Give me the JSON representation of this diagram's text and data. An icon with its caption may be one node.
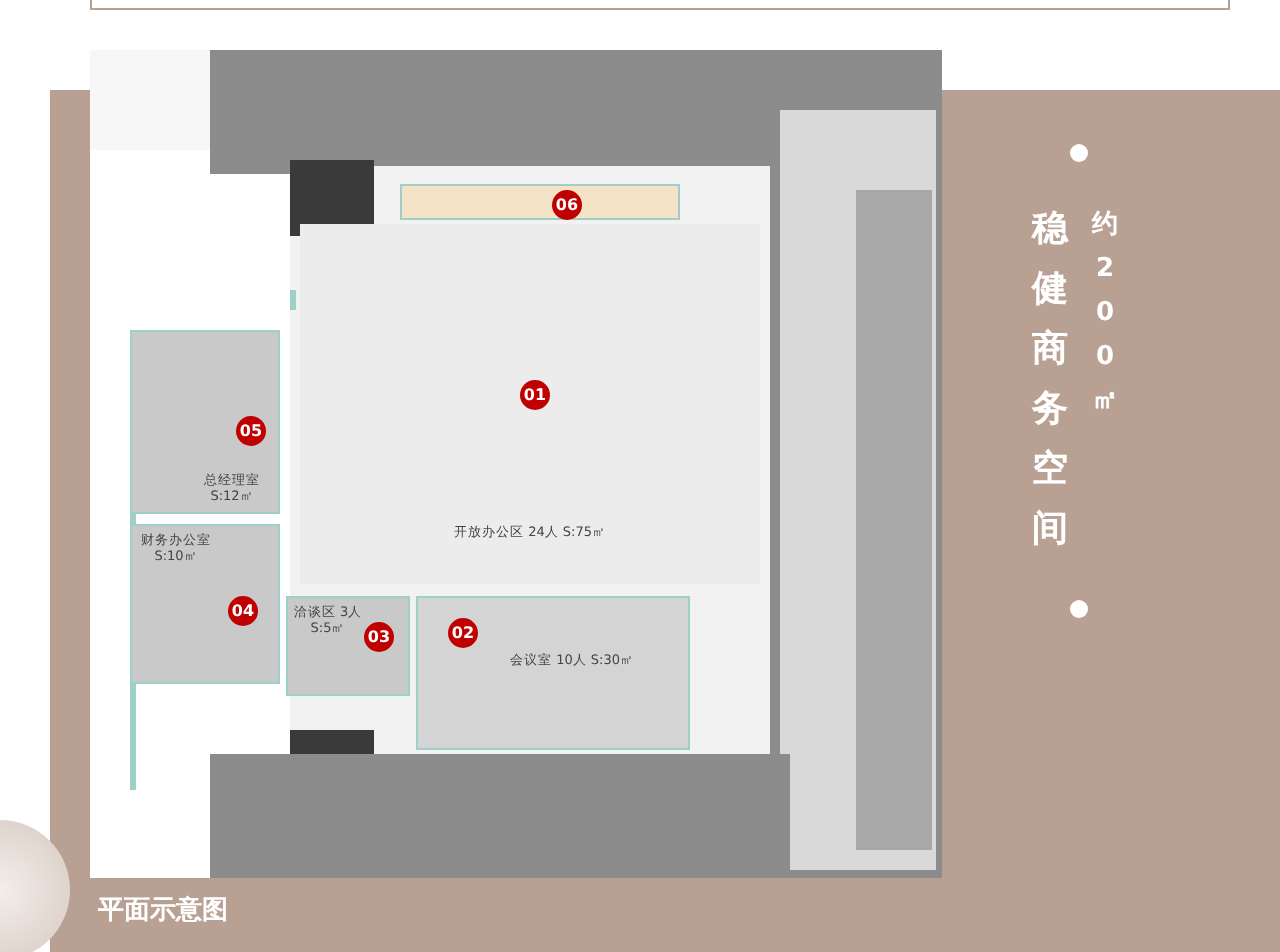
{
  "diagram": {
    "title": "稳健商务空间",
    "caption": "平面示意图",
    "nodes": [
      {
        "text": [
          "01",
          "开放办公区 24人 S:75㎡"
        ]
      },
      {
        "text": [
          "02",
          "会议室 10人 S:30㎡"
        ]
      },
      {
        "text": [
          "03",
          "洽谈区 3人 S:5㎡"
        ]
      },
      {
        "text": [
          "04",
          "财务办公室 S:10㎡"
        ]
      },
      {
        "text": [
          "05",
          "总经理室 S:12㎡"
        ]
      },
      {
        "text": [
          "06"
        ]
      }
    ],
    "labels": [
      "约200㎡"
    ]
  }
}
